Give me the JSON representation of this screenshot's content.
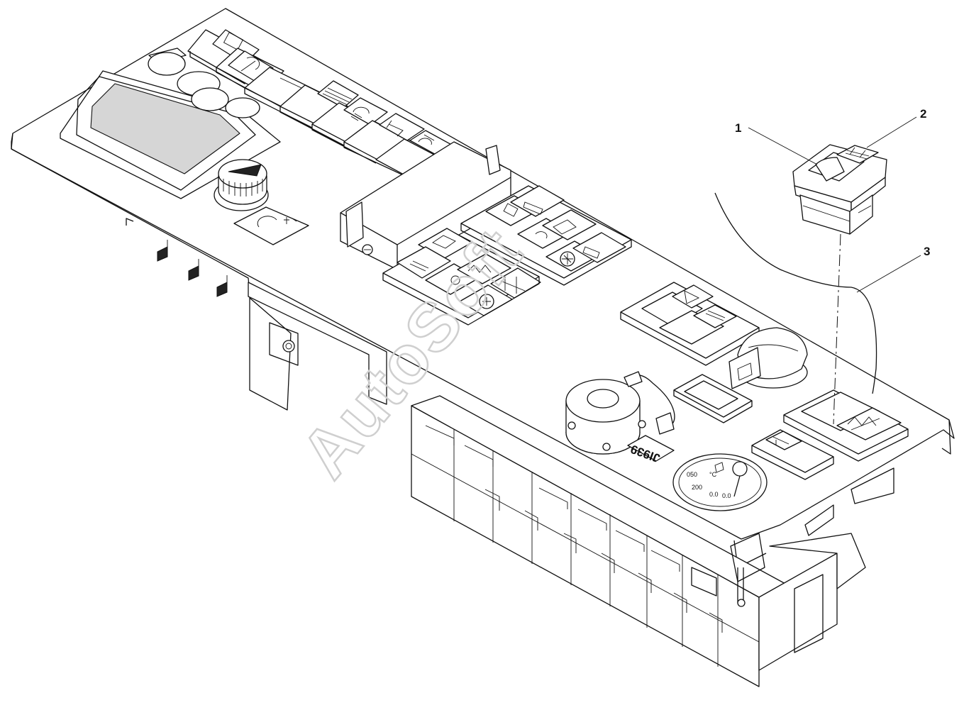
{
  "diagram": {
    "callouts": [
      {
        "id": "1",
        "label": "1"
      },
      {
        "id": "2",
        "label": "2"
      },
      {
        "id": "3",
        "label": "3"
      }
    ],
    "plate_text": "JI939",
    "gauge_marks": [
      "050",
      "200",
      "0.0",
      "0.0"
    ],
    "gauge_symbol": "°C",
    "watermark": "AutoSoft",
    "colors": {
      "line": "#111111",
      "background": "#ffffff",
      "watermark": "#cfcfcf"
    }
  }
}
